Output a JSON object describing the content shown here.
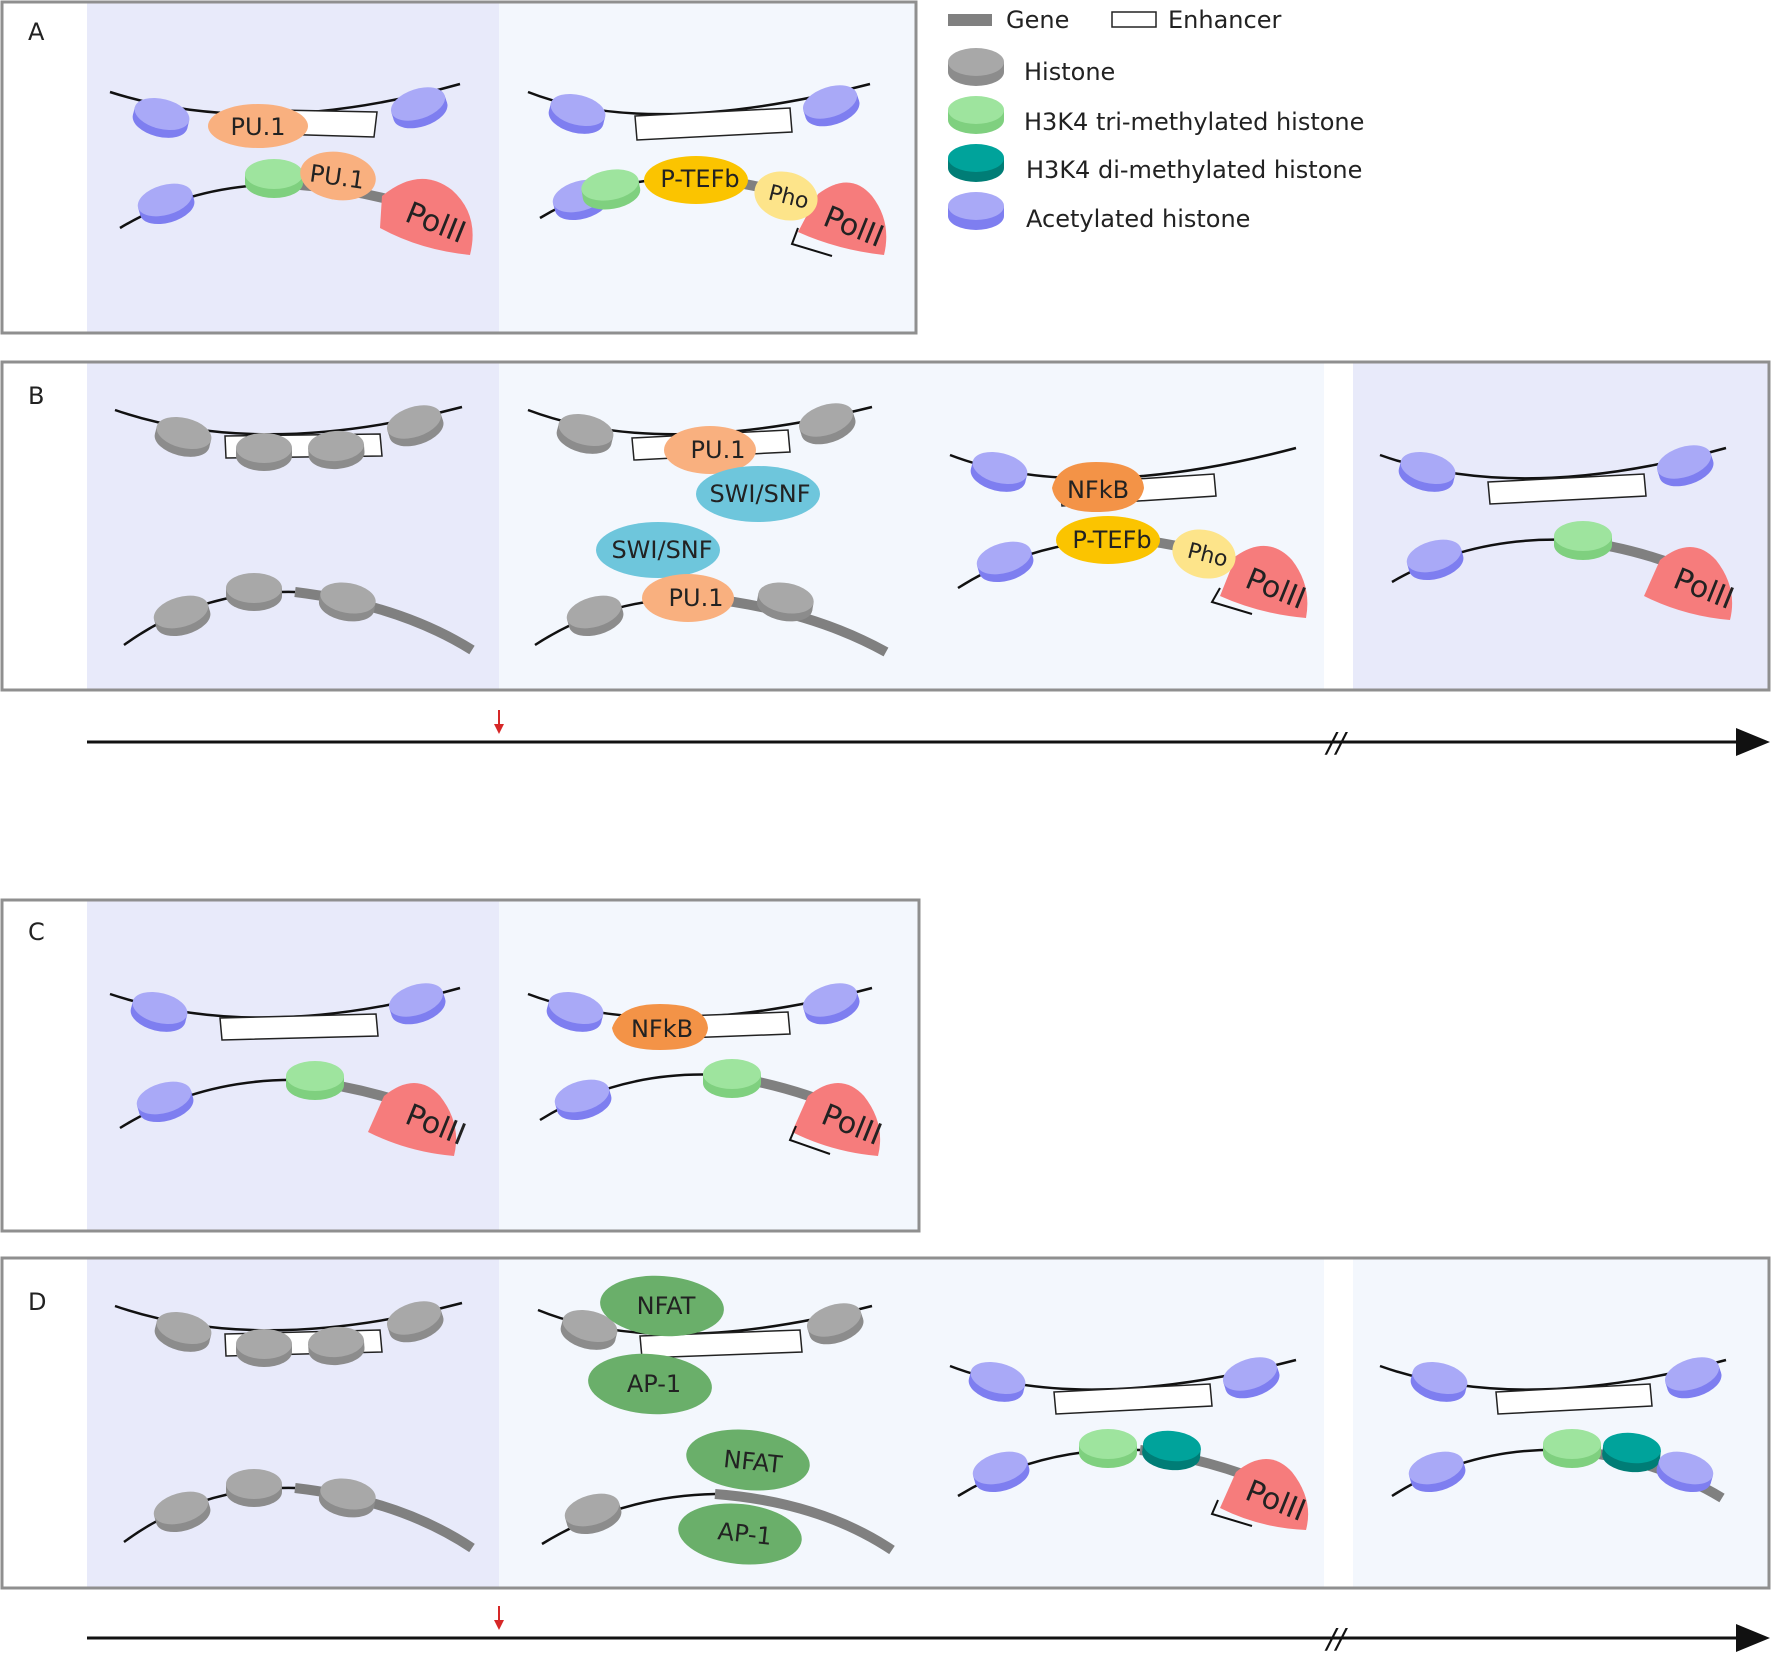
{
  "colors": {
    "histone": "#a8a8a8",
    "histone_side": "#8c8c8c",
    "h3k4me3": "#9ee49e",
    "h3k4me3_side": "#7fd07f",
    "h3k4me2": "#00a39b",
    "h3k4me2_side": "#007d76",
    "acetylated": "#a9a9f7",
    "acetylated_side": "#7e7ef0",
    "gene": "#808080",
    "bg_dark": "#e8eafa",
    "bg_light": "#f3f7fd",
    "pu1": "#f9b07f",
    "nfkb": "#f39347",
    "ptefb": "#fbc400",
    "pho": "#fde48a",
    "polii": "#f67c7c",
    "swisnf": "#6ec6dc",
    "nfat_ap1": "#6aaf6a",
    "arrow_red": "#d62828"
  },
  "legend": {
    "gene": "Gene",
    "enhancer": "Enhancer",
    "histone": "Histone",
    "h3k4me3": "H3K4 tri-methylated histone",
    "h3k4me2": "H3K4 di-methylated histone",
    "acetylated": "Acetylated histone"
  },
  "panels": {
    "a": {
      "label": "A"
    },
    "b": {
      "label": "B"
    },
    "c": {
      "label": "C"
    },
    "d": {
      "label": "D"
    }
  },
  "factors": {
    "pu1": "PU.1",
    "polii": "PolII",
    "ptefb": "P-TEFb",
    "pho": "Pho",
    "swisnf": "SWI/SNF",
    "nfkb": "NFkB",
    "nfat": "NFAT",
    "ap1": "AP-1"
  },
  "timeline": {
    "break_mark": "//"
  }
}
